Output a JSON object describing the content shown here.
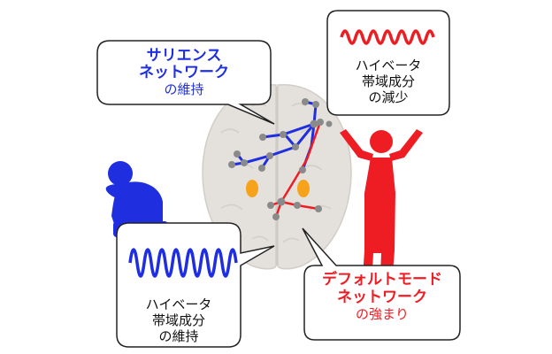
{
  "colors": {
    "blue": "#1f2fe0",
    "red": "#ee1d23",
    "brain": "#e4e1dd",
    "brain_shade": "#cfcac4",
    "orange": "#f7a21b",
    "node": "#8a8a8a"
  },
  "icons": [
    "sad-person-icon",
    "cheering-person-icon",
    "beta-wave-icon"
  ],
  "salience": {
    "line1": "サリエンス",
    "line2": "ネットワーク",
    "line3": "の維持"
  },
  "beta_decrease": {
    "line1": "ハイベータ",
    "line2": "帯域成分",
    "line3": "の減少"
  },
  "beta_maintain": {
    "line1": "ハイベータ",
    "line2": "帯域成分",
    "line3": "の維持"
  },
  "default_mode": {
    "line1": "デフォルトモード",
    "line2": "ネットワーク",
    "line3": "の強まり"
  }
}
